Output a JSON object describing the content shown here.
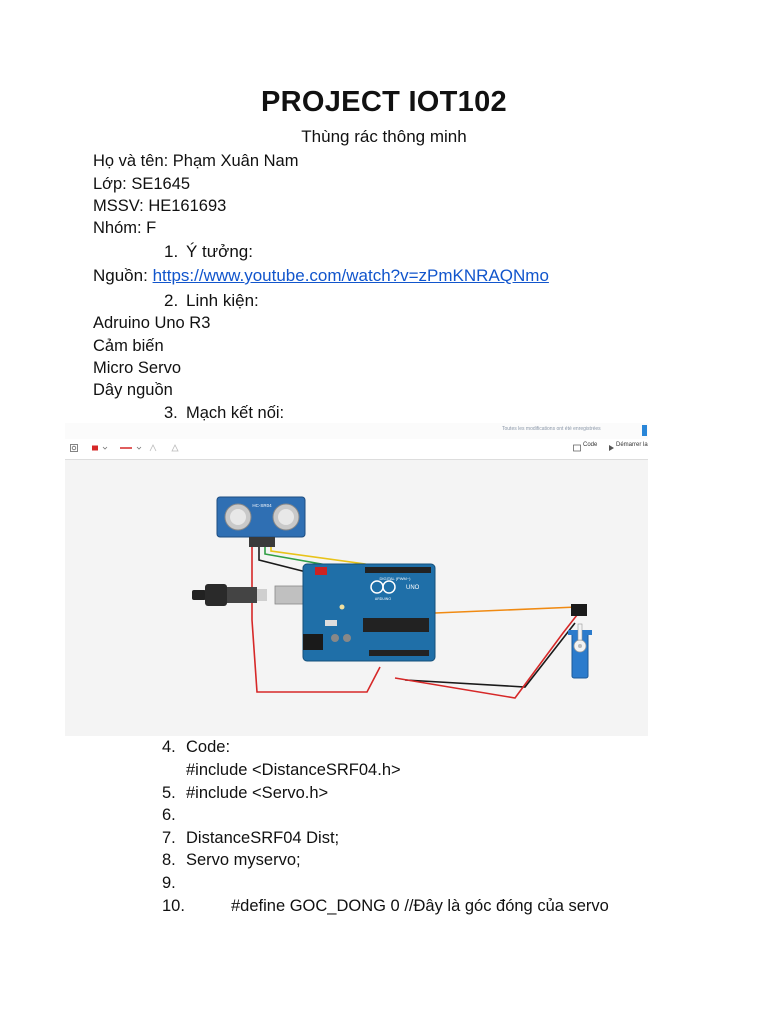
{
  "doc": {
    "title": "PROJECT IOT102",
    "subtitle": "Thùng rác thông minh",
    "info": {
      "name": "Họ và tên: Phạm Xuân Nam",
      "class": "Lớp: SE1645",
      "student_id": "MSSV: HE161693",
      "group": "Nhóm: F"
    },
    "section1": {
      "num": "1.",
      "label": "Ý tưởng:"
    },
    "source": {
      "label": "Nguồn:",
      "url": "https://www.youtube.com/watch?v=zPmKNRAQNmo"
    },
    "section2": {
      "num": "2.",
      "label": "Linh kiện:"
    },
    "components": [
      "Adruino Uno R3",
      "Cảm biến",
      "Micro Servo",
      "Dây nguồn"
    ],
    "section3": {
      "num": "3.",
      "label": "Mạch kết nối:"
    },
    "screenshot": {
      "saved_notice": "Toutes les modifications ont été enregistrées",
      "code_button": "Code",
      "start_button": "Démarrer la",
      "sensor_label": "HC-SR04",
      "board_brand": "ARDUINO",
      "board_model": "UNO",
      "board_digital": "DIGITAL (PWM~)"
    },
    "code_list": [
      {
        "num": "4.",
        "text": "Code:"
      },
      {
        "num": "",
        "text": "#include <DistanceSRF04.h>"
      },
      {
        "num": "5.",
        "text": "#include <Servo.h>"
      },
      {
        "num": "6.",
        "text": ""
      },
      {
        "num": "7.",
        "text": "DistanceSRF04 Dist;"
      },
      {
        "num": "8.",
        "text": "Servo myservo;"
      },
      {
        "num": "9.",
        "text": ""
      },
      {
        "num": "10.",
        "text": "#define GOC_DONG 0 //Đây là góc đóng của servo"
      }
    ]
  },
  "colors": {
    "link": "#1155cc",
    "board": "#1f6fa8",
    "wire_red": "#d62828",
    "wire_black": "#1a1a1a",
    "wire_orange": "#f08a12",
    "wire_green": "#2f9e44",
    "wire_yellow": "#e8c31a",
    "servo": "#2b7bcc"
  }
}
